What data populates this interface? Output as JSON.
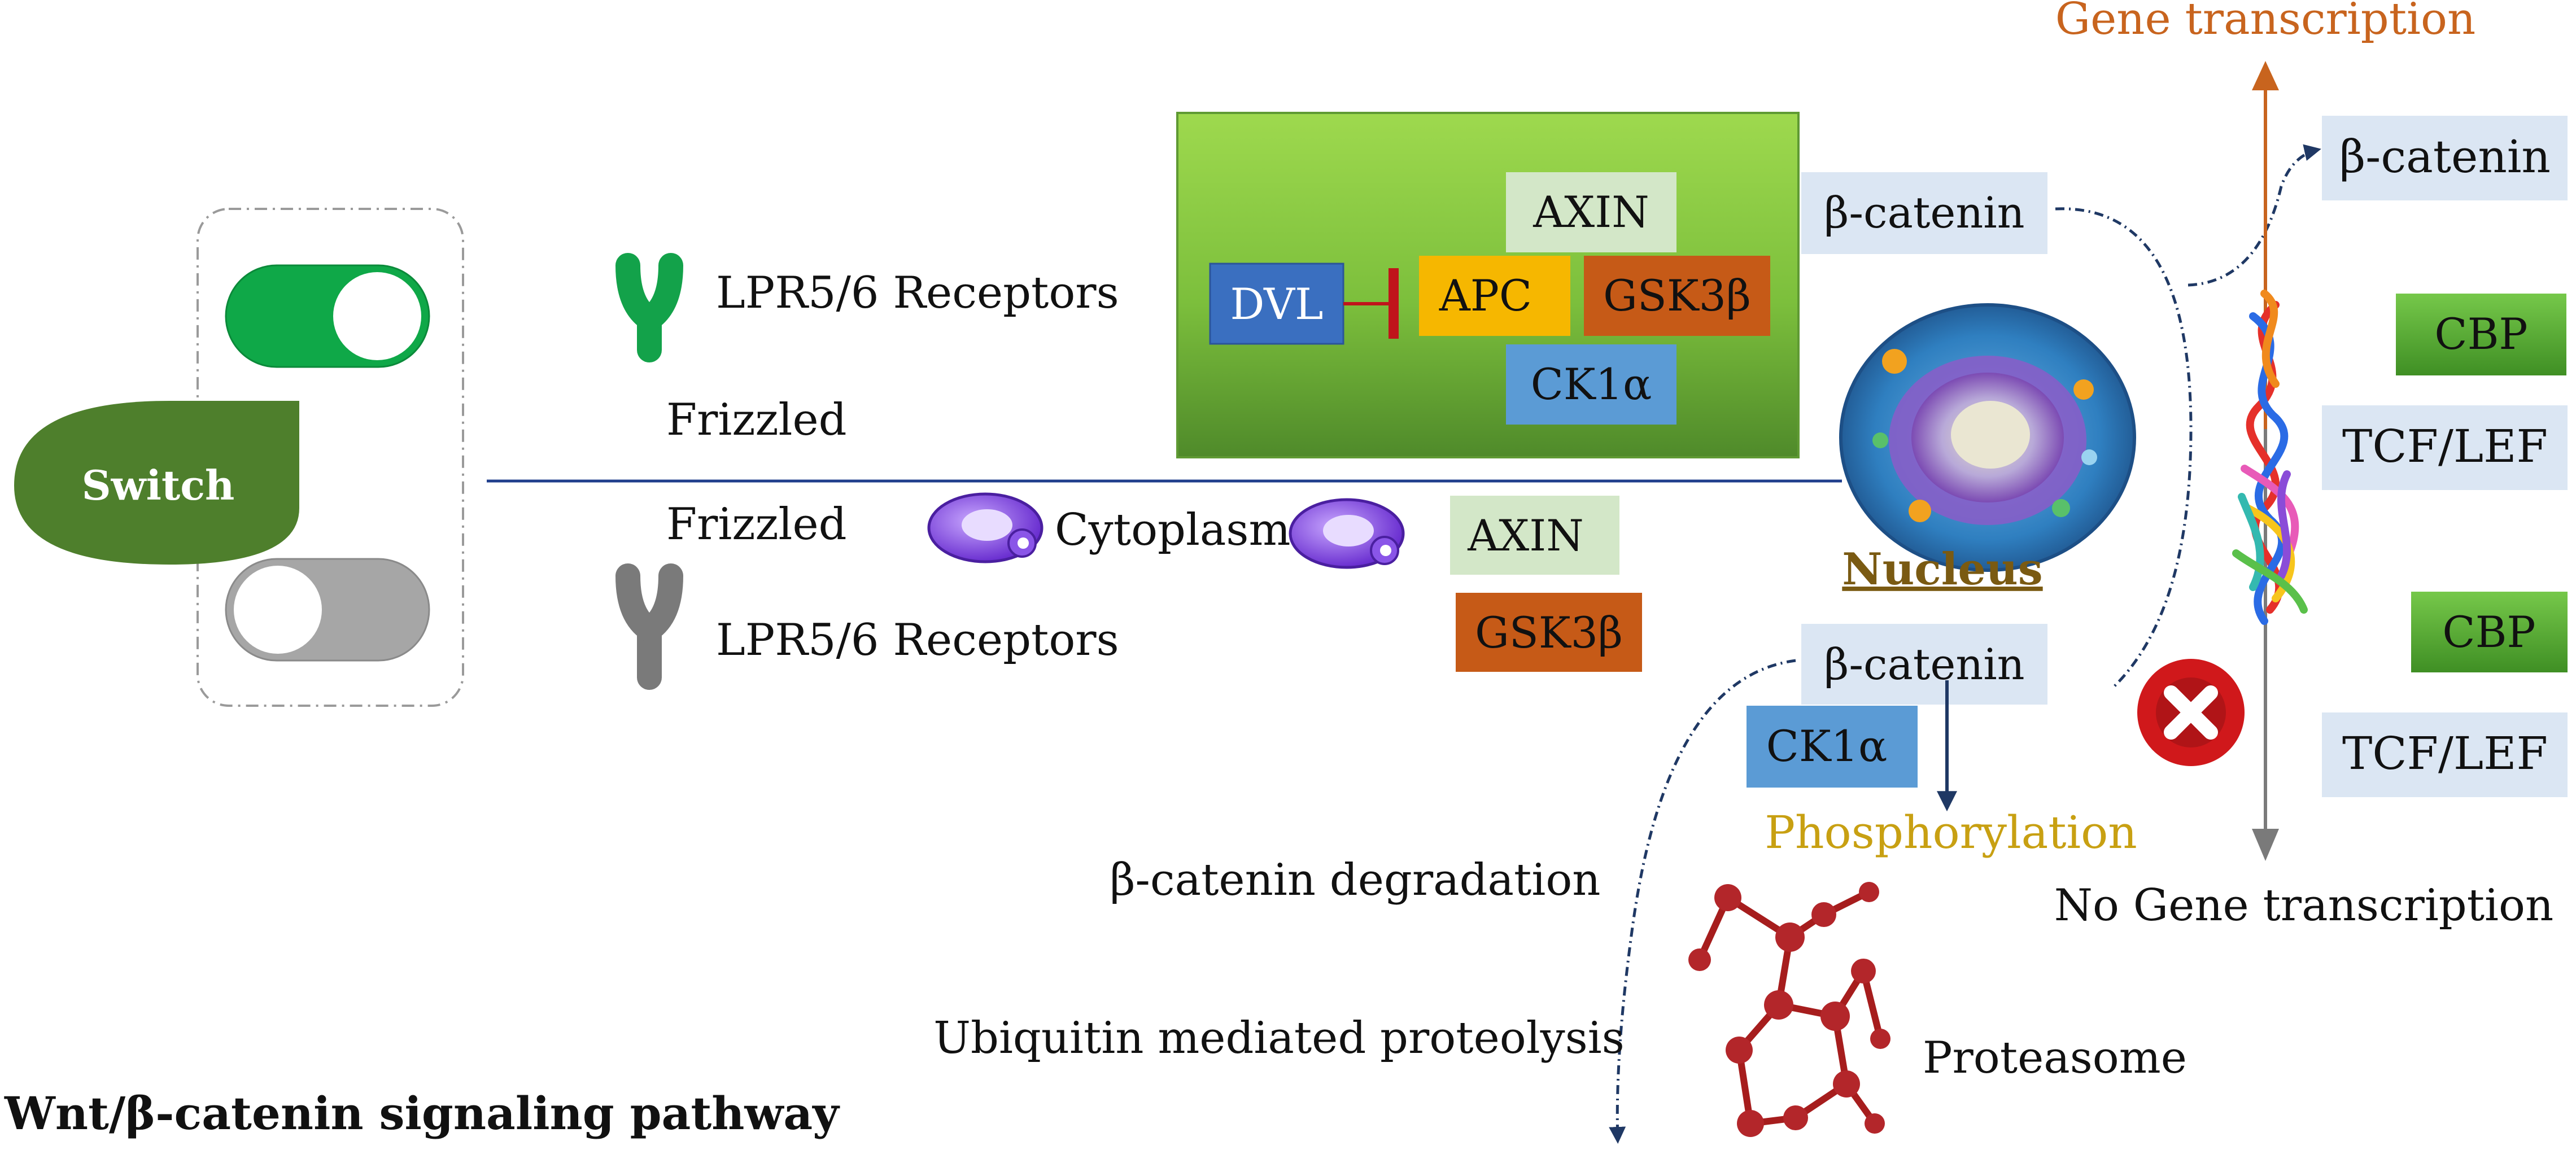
{
  "title": "Wnt/β-catenin signaling pathway",
  "switch": {
    "label": "Switch",
    "on_color": "#10a84a",
    "off_color": "#a6a6a6",
    "color": "#4f7f2e"
  },
  "receptors": {
    "active": {
      "label": "LPR5/6 Receptors",
      "frizzled": "Frizzled",
      "color": "#13a24a"
    },
    "inactive": {
      "label": "LPR5/6 Receptors",
      "frizzled": "Frizzled",
      "color": "#7a7a7a"
    }
  },
  "destruction_complex": {
    "DVL": "DVL",
    "AXIN": "AXIN",
    "APC": "APC",
    "GSK3B": "GSK3β",
    "CK1A": "CK1α",
    "background_color": "#7cc63e"
  },
  "cytoplasm": {
    "label": "Cytoplasm",
    "AXIN": "AXIN",
    "GSK3B": "GSK3β"
  },
  "nucleus": {
    "label": "Nucleus",
    "label_color": "#7a5a12"
  },
  "beta_catenin": {
    "upper": "β-catenin",
    "nuclear": "β-catenin",
    "lower": "β-catenin"
  },
  "CK1A_lower": "CK1α",
  "phosphorylation": {
    "label": "Phosphorylation",
    "color": "#c8a012"
  },
  "degradation": {
    "label": "β-catenin degradation",
    "proteolysis": "Ubiquitin mediated proteolysis",
    "proteasome": "Proteasome"
  },
  "transcription": {
    "gene_transcription": "Gene transcription",
    "no_gene_transcription": "No Gene transcription",
    "gene_color": "#c8641e",
    "CBP_top": "CBP",
    "TCF_top": "TCF/LEF",
    "CBP_bottom": "CBP",
    "TCF_bottom": "TCF/LEF"
  },
  "colors": {
    "light_blue_box": "#dbe6f3",
    "light_green_box": "#d3e7c8",
    "orange_box": "#c65a17",
    "yellow_box": "#f6b700",
    "blue_box": "#5b9bd5",
    "dvl_box": "#3a6fc0",
    "green_box": "#62b33a",
    "membrane": "#1f3e8c",
    "arrow_navy": "#1f3864",
    "red": "#d0181b"
  }
}
